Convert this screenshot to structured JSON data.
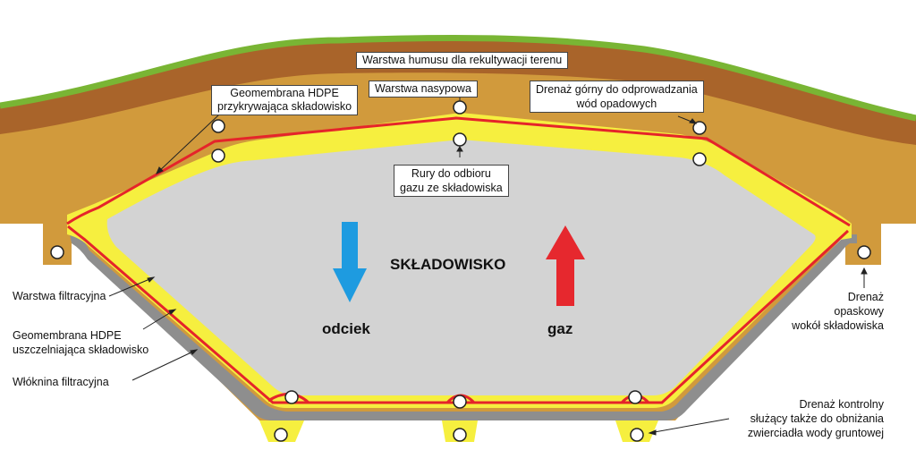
{
  "labels": {
    "humus": "Warstwa humusu dla rekultywacji terenu",
    "geomembrane_top_1": "Geomembrana HDPE",
    "geomembrane_top_2": "przykrywająca składowisko",
    "fill_layer": "Warstwa nasypowa",
    "top_drain_1": "Drenaż górny do odprowadzania",
    "top_drain_2": "wód opadowych",
    "gas_pipes_1": "Rury do odbioru",
    "gas_pipes_2": "gazu ze składowiska",
    "landfill": "SKŁADOWISKO",
    "leachate": "odciek",
    "gas": "gaz",
    "filtration_layer": "Warstwa filtracyjna",
    "geomembrane_bottom_1": "Geomembrana HDPE",
    "geomembrane_bottom_2": "uszczelniająca składowisko",
    "filter_fabric": "Włóknina filtracyjna",
    "perimeter_drain_1": "Drenaż",
    "perimeter_drain_2": "opaskowy",
    "perimeter_drain_3": "wokół składowiska",
    "control_drain_1": "Drenaż kontrolny",
    "control_drain_2": "służący także do obniżania",
    "control_drain_3": "zwierciadła wody gruntowej"
  },
  "colors": {
    "soil": "#d19a3c",
    "humus": "#a9642a",
    "grass": "#79b534",
    "filtration_layer": "#f6ef3f",
    "waste": "#d3d3d3",
    "geomembrane": "#e5242a",
    "geotextile": "#8e8e8e",
    "leachate_arrow": "#1e9be0",
    "gas_arrow": "#e6282e"
  },
  "icons": {
    "leachate": "arrow-down-icon",
    "gas": "arrow-up-icon"
  }
}
